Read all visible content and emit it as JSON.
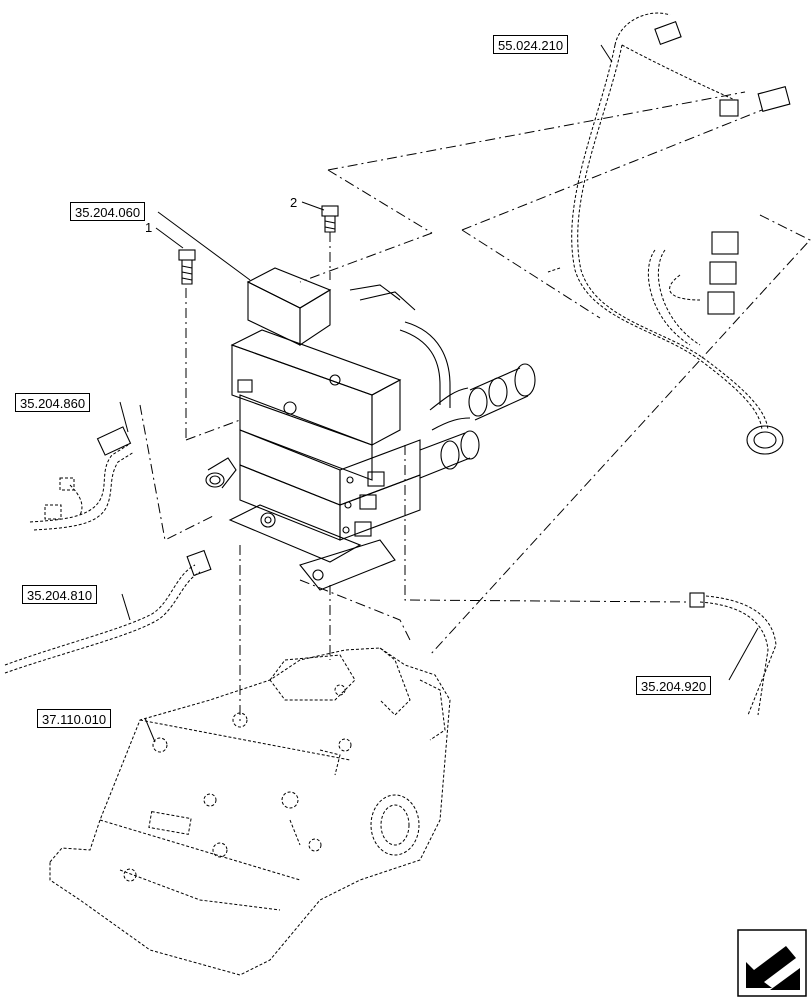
{
  "diagram": {
    "references": {
      "harness_top": "55.024.210",
      "valve_block": "35.204.060",
      "left_harness": "35.204.860",
      "lower_pipe": "35.204.810",
      "right_harness": "35.204.920",
      "housing": "37.110.010"
    },
    "item_numbers": {
      "screw_a": "1",
      "screw_b": "2"
    },
    "nav_icon": "arrow-lower-left-icon"
  }
}
